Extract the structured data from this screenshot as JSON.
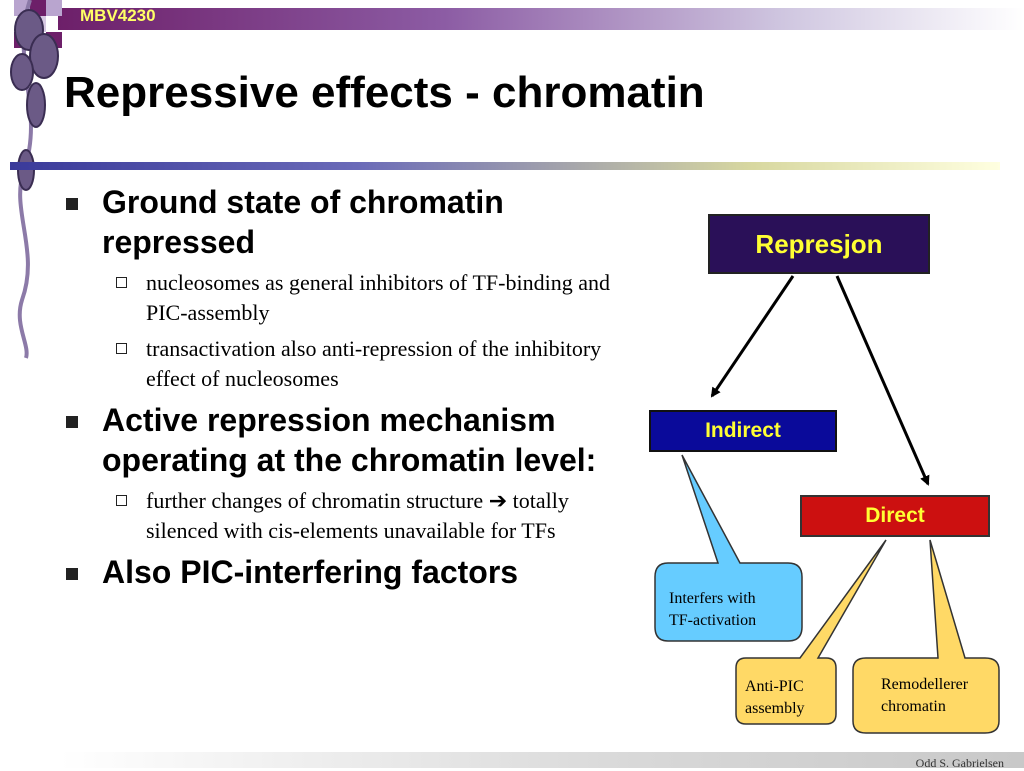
{
  "header": {
    "course": "MBV4230"
  },
  "title": "Repressive effects - chromatin",
  "bullets": [
    {
      "text": "Ground state of chromatin repressed",
      "subs": [
        "nucleosomes as general inhibitors of TF-binding and PIC-assembly",
        "transactivation also anti-repression of the inhibitory effect of nucleosomes"
      ]
    },
    {
      "text": "Active repression mechanism operating at the chromatin level:",
      "subs": [
        "further changes of chromatin structure ➔ totally silenced with cis-elements unavailable for TFs"
      ]
    },
    {
      "text": "Also PIC-interfering factors",
      "subs": []
    }
  ],
  "diagram": {
    "root": "Represjon",
    "indirect": "Indirect",
    "direct": "Direct",
    "callout_indirect": [
      "Interfers with",
      "TF-activation"
    ],
    "callout_antipic": [
      "Anti-PIC",
      "assembly"
    ],
    "callout_remodel": [
      "Remodellerer",
      "chromatin"
    ]
  },
  "footer": "Odd S. Gabrielsen",
  "colors": {
    "root_bg": "#2a1058",
    "indirect_bg": "#0a0a9a",
    "direct_bg": "#cc1010",
    "box_text": "#ffff33",
    "callout_blue": "#66ccff",
    "callout_yellow": "#ffd966"
  }
}
